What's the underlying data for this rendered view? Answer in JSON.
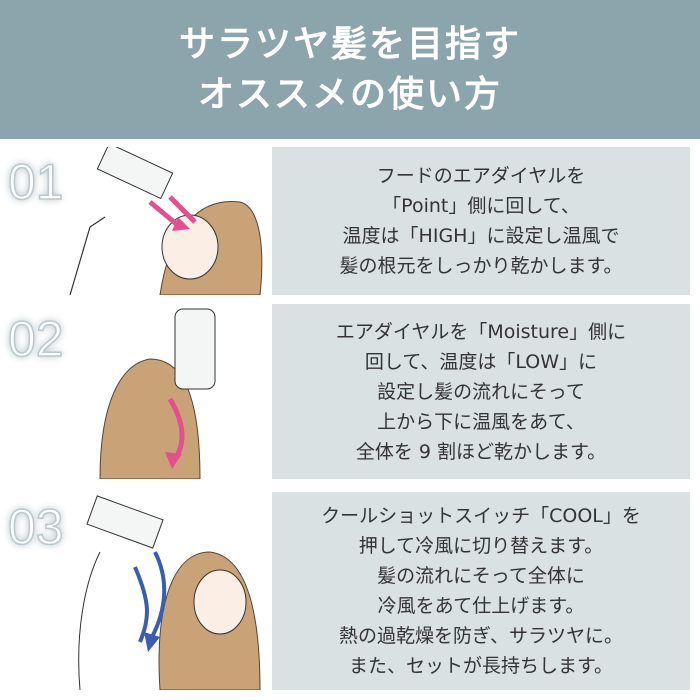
{
  "header": {
    "title_line1": "サラツヤ髪を目指す",
    "title_line2": "オススメの使い方"
  },
  "steps": [
    {
      "number": "01",
      "lines": [
        "フードのエアダイヤルを",
        "「Point」側に回して、",
        "温度は「HIGH」に設定し温風で",
        "髪の根元をしっかり乾かします。"
      ],
      "arrow_color": "#e2508e"
    },
    {
      "number": "02",
      "lines": [
        "エアダイヤルを「Moisture」側に",
        "回して、温度は「LOW」に",
        "設定し髪の流れにそって",
        "上から下に温風をあて、",
        "全体を 9 割ほど乾かします。"
      ],
      "arrow_color": "#e2508e"
    },
    {
      "number": "03",
      "lines": [
        "クールショットスイッチ「COOL」を",
        "押して冷風に切り替えます。",
        "髪の流れにそって全体に",
        "冷風をあて仕上げます。",
        "熱の過乾燥を防ぎ、サラツヤに。",
        "また、セットが長持ちします。"
      ],
      "arrow_color": "#3a5db0"
    }
  ]
}
